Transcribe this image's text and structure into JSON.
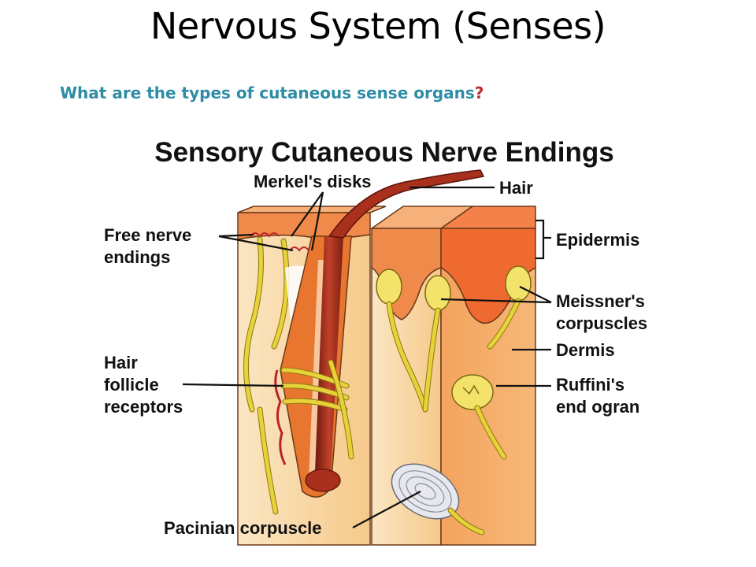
{
  "slide": {
    "title": "Nervous System (Senses)",
    "subtitle_text": "What are the types of cutaneous sense organs",
    "subtitle_mark": "?"
  },
  "diagram": {
    "heading": "Sensory Cutaneous Nerve Endings",
    "labels": {
      "merkel": "Merkel's disks",
      "hair": "Hair",
      "free_nerve_1": "Free nerve",
      "free_nerve_2": "endings",
      "epidermis": "Epidermis",
      "meissner_1": "Meissner's",
      "meissner_2": "corpuscles",
      "dermis": "Dermis",
      "hair_follicle_1": "Hair",
      "hair_follicle_2": "follicle",
      "hair_follicle_3": "receptors",
      "ruffini_1": "Ruffini's",
      "ruffini_2": "end ogran",
      "pacinian": "Pacinian corpuscle"
    },
    "colors": {
      "subtitle": "#2e8ca5",
      "question_mark": "#c0272d",
      "epidermis": "#f07a3a",
      "dermis": "#f7d7a0",
      "hair_shaft": "#a9301c",
      "nerve": "#e8d23a"
    }
  }
}
